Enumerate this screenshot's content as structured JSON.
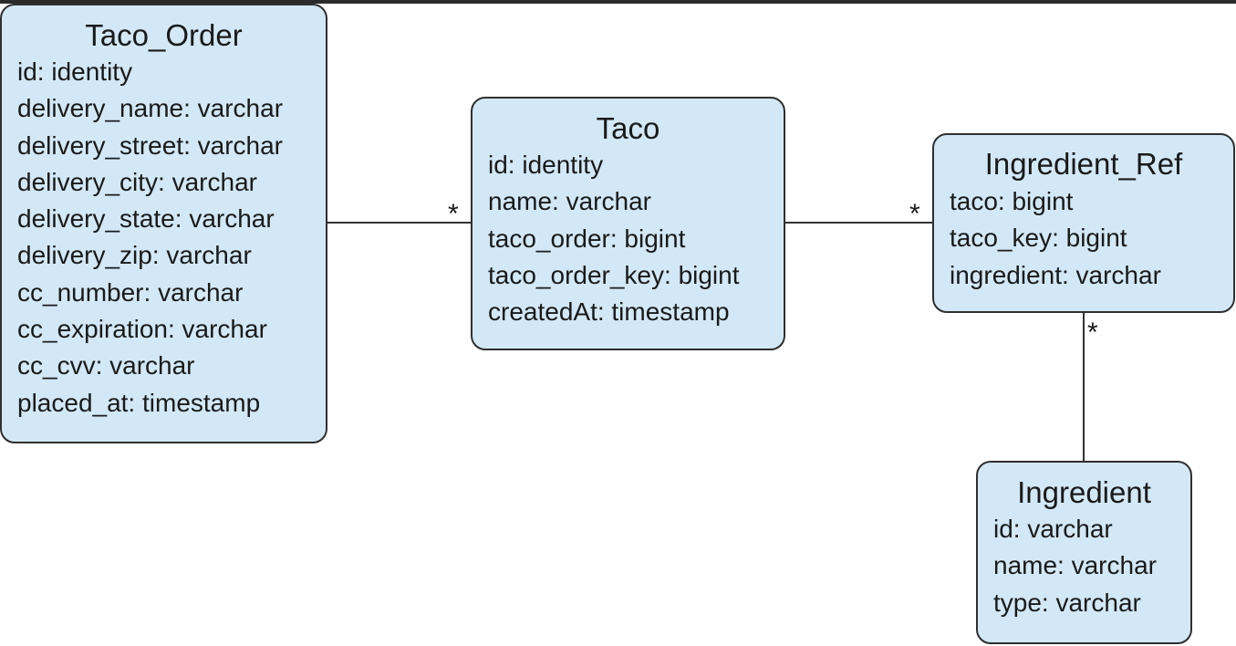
{
  "entities": {
    "taco_order": {
      "name": "Taco_Order",
      "fields": [
        "id: identity",
        "delivery_name: varchar",
        "delivery_street: varchar",
        "delivery_city: varchar",
        "delivery_state: varchar",
        "delivery_zip: varchar",
        "cc_number: varchar",
        "cc_expiration: varchar",
        "cc_cvv: varchar",
        "placed_at: timestamp"
      ]
    },
    "taco": {
      "name": "Taco",
      "fields": [
        "id: identity",
        "name: varchar",
        "taco_order: bigint",
        "taco_order_key: bigint",
        "createdAt: timestamp"
      ]
    },
    "ingredient_ref": {
      "name": "Ingredient_Ref",
      "fields": [
        "taco: bigint",
        "taco_key: bigint",
        "ingredient: varchar"
      ]
    },
    "ingredient": {
      "name": "Ingredient",
      "fields": [
        "id: varchar",
        "name: varchar",
        "type: varchar"
      ]
    }
  },
  "relations": [
    {
      "from": "Taco_Order",
      "to": "Taco",
      "multiplicity": "*"
    },
    {
      "from": "Taco",
      "to": "Ingredient_Ref",
      "multiplicity": "*"
    },
    {
      "from": "Ingredient",
      "to": "Ingredient_Ref",
      "multiplicity": "*"
    }
  ],
  "colors": {
    "entity_fill": "#d3e8f6",
    "entity_border": "#2f2f2f",
    "line": "#333333"
  }
}
